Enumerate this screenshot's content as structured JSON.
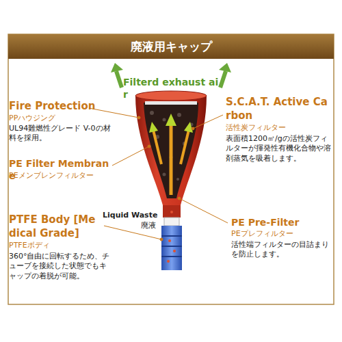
{
  "diagram": {
    "title": "廃液用キャップ",
    "labels": [
      "Fire Protection",
      "PPハウジング",
      "UL94難燃性グレード V-0の材料を採用。",
      "Filterd exhaust air",
      "S.C.A.T. Active Carbon",
      "活性炭フィルター",
      "表面積1200㎡/gの活性炭フィルターが揮発性有機化合物や溶剤蒸気を吸着します。",
      "PE Filter Membrane",
      "PEメンブレンフィルター",
      "Liquid Waste",
      "廃液",
      "PTFE Body [Medical Grade]",
      "PTFEボディ",
      "360°自由に回転するため、チューブを接続した状態でもキャップの着脱が可能。",
      "PE Pre-Filter",
      "PEプレフィルター",
      "活性端フィルターの目詰まりを防止します。"
    ]
  }
}
